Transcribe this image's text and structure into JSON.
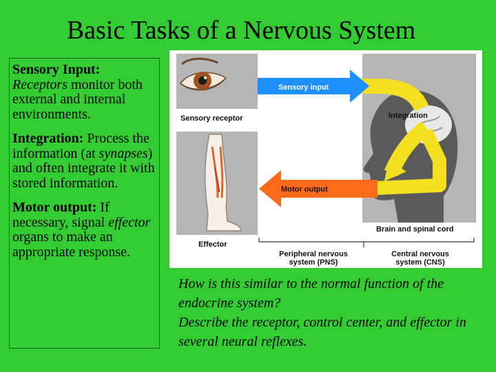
{
  "title": "Basic Tasks of a Nervous System",
  "left_panel": {
    "sensory": {
      "heading": "Sensory Input:",
      "em": "Receptors",
      "text": " monitor both external and internal environments."
    },
    "integration": {
      "heading": "Integration:",
      "text1": " Process the information (at ",
      "em": "synapses",
      "text2": ") and often integrate it with stored information."
    },
    "motor": {
      "heading": "Motor output:",
      "text1": " If necessary, signal ",
      "em": "effector",
      "text2": " organs to make an appropriate response."
    }
  },
  "figure": {
    "sensory_input_label": "Sensory input",
    "sensory_receptor_label": "Sensory receptor",
    "integration_label": "Integration",
    "motor_output_label": "Motor output",
    "effector_label": "Effector",
    "brain_spinal_label": "Brain and spinal cord",
    "pns_line1": "Peripheral nervous",
    "pns_line2": "system (PNS)",
    "cns_line1": "Central nervous",
    "cns_line2": "system (CNS)",
    "colors": {
      "sensory_arrow": "#1e90ff",
      "motor_arrow": "#ff6a1a",
      "integration_arrow": "#f2e020",
      "panel_gray": "#b5b5b5"
    }
  },
  "question": {
    "line1": "How is this similar to the normal function of the endocrine system?",
    "line2": "Describe the receptor, control center, and effector in several neural reflexes."
  }
}
